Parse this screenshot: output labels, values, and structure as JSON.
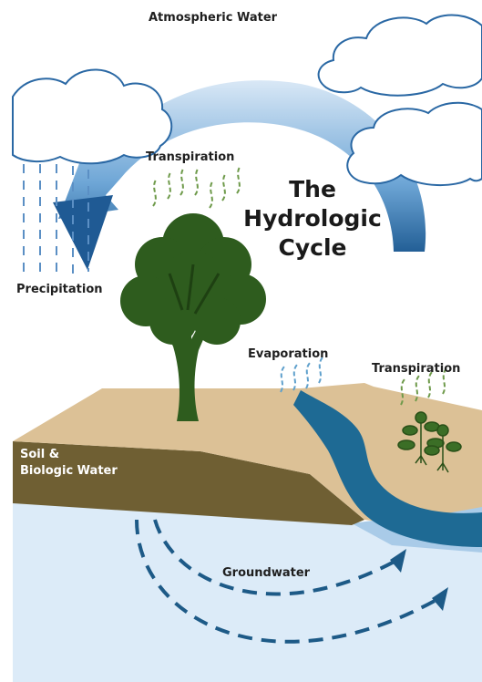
{
  "title": {
    "line1": "The",
    "line2": "Hydrologic",
    "line3": "Cycle"
  },
  "labels": {
    "atmospheric": "Atmospheric Water",
    "transpiration_tree": "Transpiration",
    "precipitation": "Precipitation",
    "evaporation": "Evaporation",
    "transpiration_plants": "Transpiration",
    "soil_line1": "Soil &",
    "soil_line2": "Biologic Water",
    "groundwater": "Groundwater"
  },
  "colors": {
    "cycle_arrow_light": "#cfe3f5",
    "cycle_arrow_dark": "#2a6aa8",
    "tree": "#2e5c1e",
    "land": "#dcc196",
    "soil_edge": "#6f5f33",
    "river": "#1e6a94",
    "groundwater": "#dcebf8",
    "groundwater_arrows": "#1d5a87",
    "steam": "#6e9a4a",
    "evaporation_steam": "#5fa0cc"
  }
}
